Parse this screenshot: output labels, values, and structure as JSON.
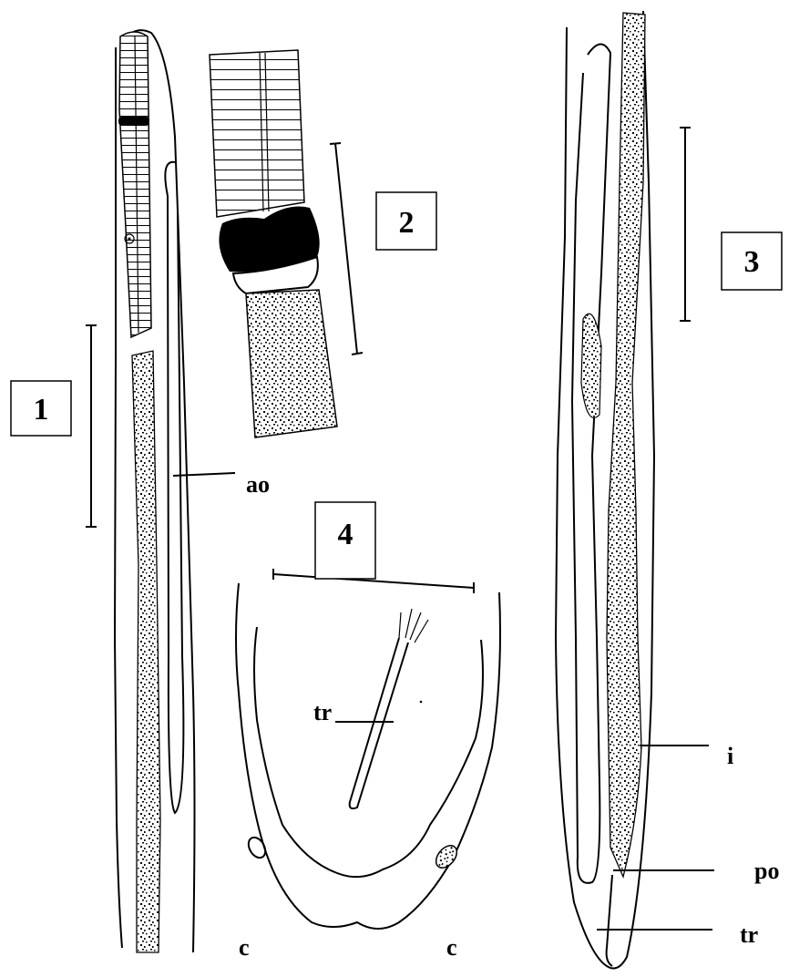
{
  "figures": [
    {
      "number": "1"
    },
    {
      "number": "2"
    },
    {
      "number": "3"
    },
    {
      "number": "4"
    }
  ],
  "labels": {
    "ao": "ao",
    "tr_fig4": "tr",
    "i": "i",
    "po": "po",
    "tr_fig3": "tr",
    "c_left": "c",
    "c_right": "c"
  }
}
